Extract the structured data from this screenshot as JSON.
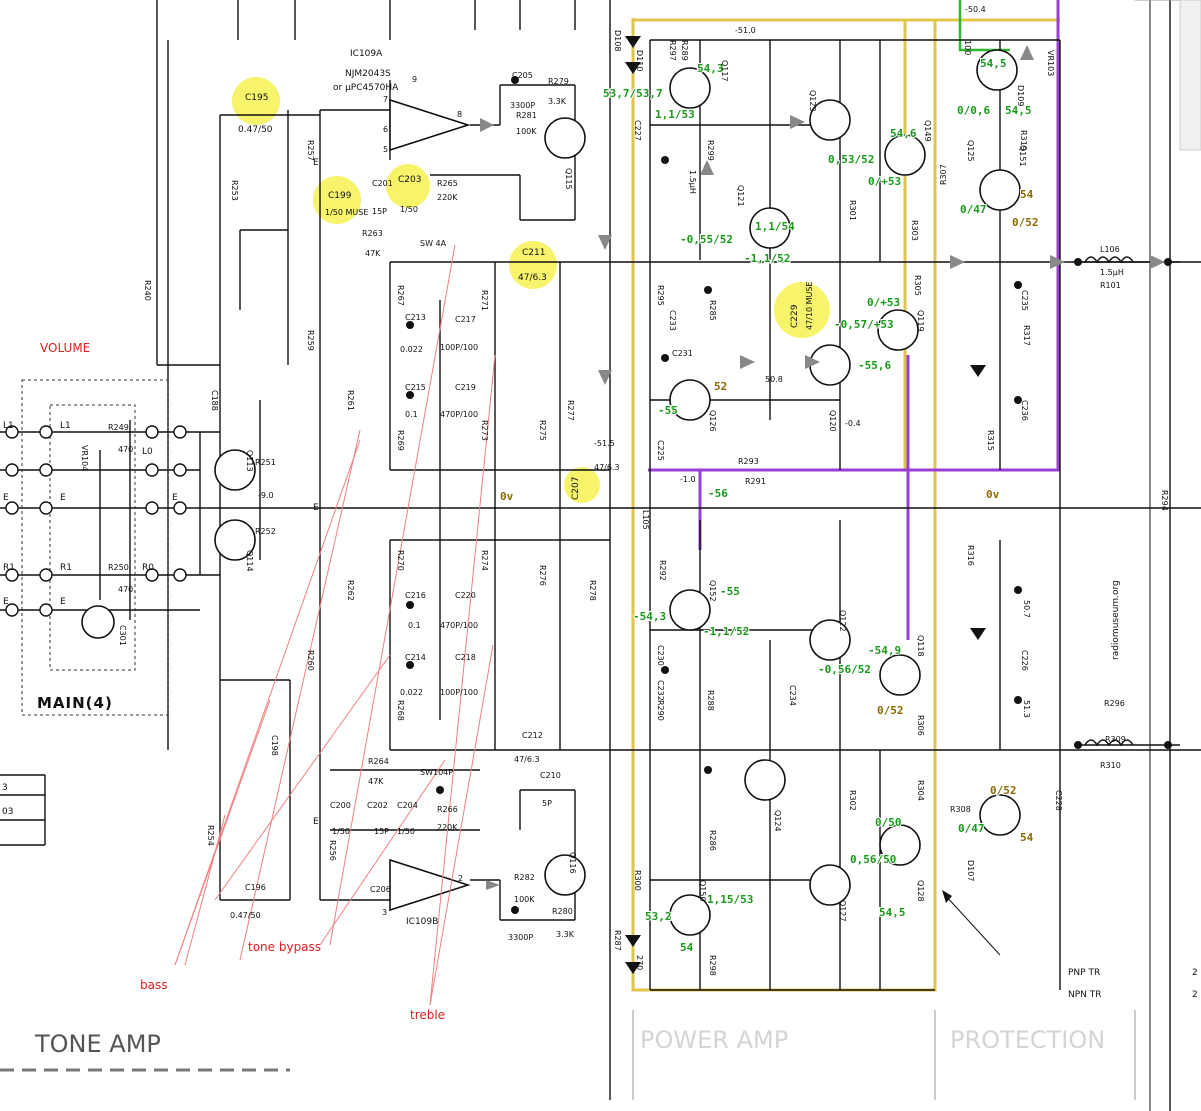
{
  "sections": {
    "tone_amp": "TONE AMP",
    "power_amp": "POWER AMP",
    "protection": "PROTECTION",
    "main": "MAIN(4)"
  },
  "annotations": {
    "volume": "VOLUME",
    "bass": "bass",
    "tone_bypass": "tone bypass",
    "treble": "treble"
  },
  "watermark": "radiomuseum.org",
  "legend": {
    "pnp": "PNP TR",
    "npn": "NPN TR"
  },
  "ic": {
    "a_name": "IC109A",
    "a_part1": "NJM2043S",
    "a_part2": "or μPC4570HA",
    "b_name": "IC109B"
  },
  "highlighted": [
    {
      "id": "c195",
      "label": "C195",
      "value": "0.47/50"
    },
    {
      "id": "c199",
      "label": "C199",
      "value": "1/50 MUSE"
    },
    {
      "id": "c203",
      "label": "C203",
      "value": "1/50"
    },
    {
      "id": "c211",
      "label": "C211",
      "value": "47/6.3"
    },
    {
      "id": "c229",
      "label": "C229",
      "value": "47/10 MUSE"
    },
    {
      "id": "c207",
      "label": "C207",
      "value": "47/6.3"
    }
  ],
  "voltages": [
    {
      "id": "q117e",
      "text": "54,3",
      "color": "green"
    },
    {
      "id": "q117b",
      "text": "53,7/53,7",
      "color": "green"
    },
    {
      "id": "q117c",
      "text": "1,1/53",
      "color": "green"
    },
    {
      "id": "q121a",
      "text": "1,1/54",
      "color": "green"
    },
    {
      "id": "q121b",
      "text": "-0,55/52",
      "color": "green"
    },
    {
      "id": "q121c",
      "text": "-1,1/52",
      "color": "green"
    },
    {
      "id": "q149a",
      "text": "54,6",
      "color": "green"
    },
    {
      "id": "q149b",
      "text": "0,53/52",
      "color": "green"
    },
    {
      "id": "q149c",
      "text": "0/+53",
      "color": "green"
    },
    {
      "id": "q127a",
      "text": "54,5",
      "color": "green"
    },
    {
      "id": "q127b",
      "text": "0/0,6",
      "color": "green"
    },
    {
      "id": "q127c",
      "text": "54,5",
      "color": "green"
    },
    {
      "id": "q125a",
      "text": "0/47",
      "color": "green"
    },
    {
      "id": "q125b",
      "text": "54",
      "color": "yellow"
    },
    {
      "id": "q125c",
      "text": "0/52",
      "color": "yellow"
    },
    {
      "id": "q151a",
      "text": "0/+53",
      "color": "green"
    },
    {
      "id": "q151b",
      "text": "-0,57/+53",
      "color": "green"
    },
    {
      "id": "q151c",
      "text": "-55,6",
      "color": "green"
    },
    {
      "id": "q119a",
      "text": "52",
      "color": "yellow"
    },
    {
      "id": "q119b",
      "text": "-55",
      "color": "green"
    },
    {
      "id": "zero1",
      "text": "0v",
      "color": "yellow"
    },
    {
      "id": "zero2",
      "text": "0v",
      "color": "yellow"
    },
    {
      "id": "m56",
      "text": "-56",
      "color": "green"
    },
    {
      "id": "q120a",
      "text": "-55",
      "color": "green"
    },
    {
      "id": "q120b",
      "text": "-54,3",
      "color": "green"
    },
    {
      "id": "q120c",
      "text": "-1,1/52",
      "color": "green"
    },
    {
      "id": "q152a",
      "text": "-54,9",
      "color": "green"
    },
    {
      "id": "q152b",
      "text": "-0,56/52",
      "color": "green"
    },
    {
      "id": "q152c",
      "text": "0/52",
      "color": "yellow"
    },
    {
      "id": "q128a",
      "text": "0/52",
      "color": "yellow"
    },
    {
      "id": "q128b",
      "text": "0/47",
      "color": "green"
    },
    {
      "id": "q128c",
      "text": "54",
      "color": "yellow"
    },
    {
      "id": "q150a",
      "text": "0/50",
      "color": "green"
    },
    {
      "id": "q150b",
      "text": "0,56/50",
      "color": "green"
    },
    {
      "id": "q150c",
      "text": "54,5",
      "color": "green"
    },
    {
      "id": "q118a",
      "text": "1,15/53",
      "color": "green"
    },
    {
      "id": "q118b",
      "text": "53,2",
      "color": "green"
    },
    {
      "id": "q118c",
      "text": "54",
      "color": "green"
    }
  ],
  "components": [
    {
      "id": "ic109a_pin7",
      "text": "7"
    },
    {
      "id": "ic109a_pin9",
      "text": "9"
    },
    {
      "id": "ic109a_pin8",
      "text": "8"
    },
    {
      "id": "ic109a_pin5",
      "text": "5"
    },
    {
      "id": "ic109a_pin6",
      "text": "6"
    },
    {
      "id": "c205",
      "text": "C205"
    },
    {
      "id": "c205v",
      "text": "3300P"
    },
    {
      "id": "r279",
      "text": "R279"
    },
    {
      "id": "r279v",
      "text": "3.3K"
    },
    {
      "id": "r281",
      "text": "R281"
    },
    {
      "id": "r281v",
      "text": "100K"
    },
    {
      "id": "r265",
      "text": "R265"
    },
    {
      "id": "r265v",
      "text": "220K"
    },
    {
      "id": "c201",
      "text": "C201"
    },
    {
      "id": "c201v",
      "text": "15P"
    },
    {
      "id": "r263",
      "text": "R263"
    },
    {
      "id": "r263v",
      "text": "47K"
    },
    {
      "id": "sw4a",
      "text": "SW 4A"
    },
    {
      "id": "r253",
      "text": "R253"
    },
    {
      "id": "r240",
      "text": "R240"
    },
    {
      "id": "r257",
      "text": "R257"
    },
    {
      "id": "r259",
      "text": "R259"
    },
    {
      "id": "c213",
      "text": "C213"
    },
    {
      "id": "c213v",
      "text": "0.022"
    },
    {
      "id": "c217",
      "text": "C217"
    },
    {
      "id": "c217v",
      "text": "100P/100"
    },
    {
      "id": "c215",
      "text": "C215"
    },
    {
      "id": "c215v",
      "text": "0.1"
    },
    {
      "id": "c219",
      "text": "C219"
    },
    {
      "id": "c219v",
      "text": "470P/100"
    },
    {
      "id": "r267",
      "text": "R267"
    },
    {
      "id": "r269",
      "text": "R269"
    },
    {
      "id": "r271",
      "text": "R271"
    },
    {
      "id": "r273",
      "text": "R273"
    },
    {
      "id": "r275",
      "text": "R275"
    },
    {
      "id": "r277",
      "text": "R277"
    },
    {
      "id": "r261",
      "text": "R261"
    },
    {
      "id": "c216",
      "text": "C216"
    },
    {
      "id": "c216v",
      "text": "0.1"
    },
    {
      "id": "c220",
      "text": "C220"
    },
    {
      "id": "c220v",
      "text": "470P/100"
    },
    {
      "id": "c214",
      "text": "C214"
    },
    {
      "id": "c214v",
      "text": "0.022"
    },
    {
      "id": "c218",
      "text": "C218"
    },
    {
      "id": "c218v",
      "text": "100P/100"
    },
    {
      "id": "r270",
      "text": "R270"
    },
    {
      "id": "r262",
      "text": "R262"
    },
    {
      "id": "r268",
      "text": "R268"
    },
    {
      "id": "r274",
      "text": "R274"
    },
    {
      "id": "r276",
      "text": "R276"
    },
    {
      "id": "r278",
      "text": "R278"
    },
    {
      "id": "r264",
      "text": "R264"
    },
    {
      "id": "r264v",
      "text": "47K"
    },
    {
      "id": "sw104p",
      "text": "SW104P"
    },
    {
      "id": "r266",
      "text": "R266"
    },
    {
      "id": "r266v",
      "text": "220K"
    },
    {
      "id": "c200",
      "text": "C200"
    },
    {
      "id": "c200v",
      "text": "1/50"
    },
    {
      "id": "c202",
      "text": "C202"
    },
    {
      "id": "c202v",
      "text": "15P"
    },
    {
      "id": "c204",
      "text": "C204"
    },
    {
      "id": "c204v",
      "text": "1/50"
    },
    {
      "id": "c212",
      "text": "C212"
    },
    {
      "id": "c212v",
      "text": "47/6.3"
    },
    {
      "id": "c210",
      "text": "C210"
    },
    {
      "id": "c210v",
      "text": "5P"
    },
    {
      "id": "c206",
      "text": "C206"
    },
    {
      "id": "c206v",
      "text": "3300P"
    },
    {
      "id": "r282",
      "text": "R282"
    },
    {
      "id": "r282v",
      "text": "100K"
    },
    {
      "id": "r280",
      "text": "R280"
    },
    {
      "id": "r280v",
      "text": "3.3K"
    },
    {
      "id": "q116",
      "text": "Q116"
    },
    {
      "id": "q115",
      "text": "Q115"
    },
    {
      "id": "ic109b_pin2",
      "text": "2"
    },
    {
      "id": "ic109b_pin3",
      "text": "3"
    },
    {
      "id": "c196",
      "text": "C196"
    },
    {
      "id": "c196v",
      "text": "0.47/50"
    },
    {
      "id": "r254",
      "text": "R254"
    },
    {
      "id": "r256",
      "text": "R256"
    },
    {
      "id": "r260",
      "text": "R260"
    },
    {
      "id": "c198",
      "text": "C198"
    },
    {
      "id": "q113",
      "text": "Q113"
    },
    {
      "id": "q114",
      "text": "Q114"
    },
    {
      "id": "r251",
      "text": "R251"
    },
    {
      "id": "r252",
      "text": "R252"
    },
    {
      "id": "r249",
      "text": "R249"
    },
    {
      "id": "r249v",
      "text": "470"
    },
    {
      "id": "r250",
      "text": "R250"
    },
    {
      "id": "r250v",
      "text": "470"
    },
    {
      "id": "vr104",
      "text": "VR104"
    },
    {
      "id": "c188",
      "text": "C188"
    },
    {
      "id": "c301",
      "text": "C301"
    },
    {
      "id": "m9v",
      "text": "-9.0"
    },
    {
      "id": "q117",
      "text": "Q117"
    },
    {
      "id": "q121",
      "text": "Q121"
    },
    {
      "id": "q123",
      "text": "Q123"
    },
    {
      "id": "q149",
      "text": "Q149"
    },
    {
      "id": "q125",
      "text": "Q125"
    },
    {
      "id": "q151",
      "text": "Q151"
    },
    {
      "id": "q119",
      "text": "Q119"
    },
    {
      "id": "q120",
      "text": "Q120"
    },
    {
      "id": "q126",
      "text": "Q126"
    },
    {
      "id": "q152",
      "text": "Q152"
    },
    {
      "id": "q122",
      "text": "Q122"
    },
    {
      "id": "q118",
      "text": "Q118"
    },
    {
      "id": "q124",
      "text": "Q124"
    },
    {
      "id": "q150",
      "text": "Q150"
    },
    {
      "id": "q127",
      "text": "Q127"
    },
    {
      "id": "q128",
      "text": "Q128"
    },
    {
      "id": "d109",
      "text": "D109"
    },
    {
      "id": "d107",
      "text": "D107"
    },
    {
      "id": "d108",
      "text": "D108"
    },
    {
      "id": "d110",
      "text": "D110"
    },
    {
      "id": "r287",
      "text": "R287"
    },
    {
      "id": "r287v",
      "text": "270"
    },
    {
      "id": "r289",
      "text": "R289"
    },
    {
      "id": "r297",
      "text": "R297"
    },
    {
      "id": "r299",
      "text": "R299"
    },
    {
      "id": "r301",
      "text": "R301"
    },
    {
      "id": "r303",
      "text": "R303"
    },
    {
      "id": "r305",
      "text": "R305"
    },
    {
      "id": "r307",
      "text": "R307"
    },
    {
      "id": "r315",
      "text": "R315"
    },
    {
      "id": "r317",
      "text": "R317"
    },
    {
      "id": "r319",
      "text": "R319"
    },
    {
      "id": "r319v",
      "text": "100"
    },
    {
      "id": "r293",
      "text": "R293"
    },
    {
      "id": "r291",
      "text": "R291"
    },
    {
      "id": "r295",
      "text": "R295"
    },
    {
      "id": "r285",
      "text": "R285"
    },
    {
      "id": "c225",
      "text": "C225"
    },
    {
      "id": "c227",
      "text": "C227"
    },
    {
      "id": "c231",
      "text": "C231"
    },
    {
      "id": "c233",
      "text": "C233"
    },
    {
      "id": "c235",
      "text": "C235"
    },
    {
      "id": "c236",
      "text": "C236"
    },
    {
      "id": "vr103",
      "text": "VR103"
    },
    {
      "id": "l105",
      "text": "L105"
    },
    {
      "id": "l105v",
      "text": "1.5μH"
    },
    {
      "id": "l106",
      "text": "L106"
    },
    {
      "id": "l106v",
      "text": "1.5μH"
    },
    {
      "id": "r309",
      "text": "R309"
    },
    {
      "id": "r310",
      "text": "R310"
    },
    {
      "id": "r101",
      "text": "R101"
    },
    {
      "id": "r296",
      "text": "R296"
    },
    {
      "id": "r294",
      "text": "R294"
    },
    {
      "id": "r292",
      "text": "R292"
    },
    {
      "id": "r290",
      "text": "R290"
    },
    {
      "id": "r288",
      "text": "R288"
    },
    {
      "id": "r286",
      "text": "R286"
    },
    {
      "id": "r298",
      "text": "R298"
    },
    {
      "id": "r300",
      "text": "R300"
    },
    {
      "id": "r302",
      "text": "R302"
    },
    {
      "id": "r304",
      "text": "R304"
    },
    {
      "id": "r306",
      "text": "R306"
    },
    {
      "id": "r308",
      "text": "R308"
    },
    {
      "id": "r316",
      "text": "R316"
    },
    {
      "id": "c226",
      "text": "C226"
    },
    {
      "id": "c228",
      "text": "C228"
    },
    {
      "id": "c230",
      "text": "C230"
    },
    {
      "id": "c232",
      "text": "C232"
    },
    {
      "id": "c234",
      "text": "C234"
    },
    {
      "id": "v513",
      "text": "51.3"
    },
    {
      "id": "v507",
      "text": "50.7"
    },
    {
      "id": "v504",
      "text": "-50.4"
    },
    {
      "id": "v510",
      "text": "-51.0"
    },
    {
      "id": "v515",
      "text": "-51.5"
    },
    {
      "id": "v10",
      "text": "-1.0"
    },
    {
      "id": "v04",
      "text": "-0.4"
    },
    {
      "id": "v508",
      "text": "50.8"
    }
  ],
  "io_labels": [
    {
      "id": "l1a",
      "text": "L1"
    },
    {
      "id": "l1b",
      "text": "L1"
    },
    {
      "id": "ea",
      "text": "E"
    },
    {
      "id": "eb",
      "text": "E"
    },
    {
      "id": "r1a",
      "text": "R1"
    },
    {
      "id": "r1b",
      "text": "R1"
    },
    {
      "id": "ec",
      "text": "E"
    },
    {
      "id": "ed",
      "text": "E"
    },
    {
      "id": "l0",
      "text": "L0"
    },
    {
      "id": "r0",
      "text": "R0"
    },
    {
      "id": "ee",
      "text": "E"
    },
    {
      "id": "ef",
      "text": "E"
    },
    {
      "id": "eg",
      "text": "E"
    },
    {
      "id": "eh",
      "text": "E"
    }
  ],
  "left_box": {
    "line1": "3",
    "line2": "03"
  },
  "right_edge": {
    "a": "2",
    "b": "2"
  }
}
